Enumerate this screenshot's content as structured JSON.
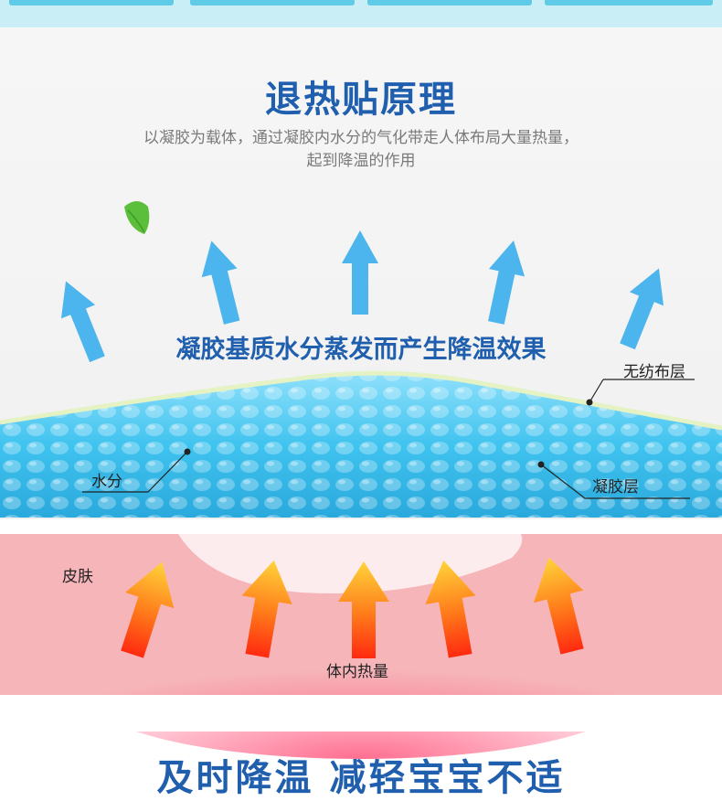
{
  "title": "退热贴原理",
  "subtitle": [
    "以凝胶为载体，通过凝胶内水分的气化带走人体布局大量热量，",
    "起到降温的作用"
  ],
  "effect": "凝胶基质水分蒸发而产生降温效果",
  "labels": {
    "nonwoven": "无纺布层",
    "water": "水分",
    "gel": "凝胶层",
    "skin": "皮肤",
    "heat": "体内热量"
  },
  "bottom_title": "及时降温 减轻宝宝不适",
  "colors": {
    "title": "#1f5fae",
    "up_arrow": "#4cb5ee",
    "gel": "#3fc3ef",
    "skin": "#f6b5b9",
    "heat_arrow_top": "#ffd43a",
    "heat_arrow_bottom": "#ff2a10"
  },
  "icons": [
    "leaf-icon",
    "up-arrow-icon",
    "heat-arrow-icon"
  ]
}
